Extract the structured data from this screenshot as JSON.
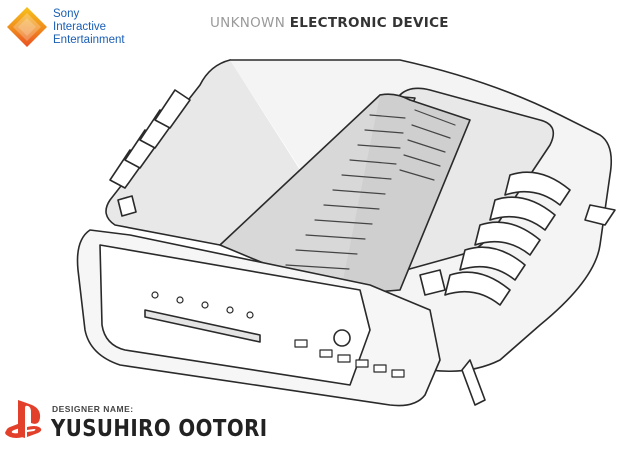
{
  "brand": {
    "company_lines": [
      "Sony",
      "Interactive",
      "Entertainment"
    ],
    "logo_icon": "sie-gradient-square-icon",
    "logo_colors": [
      "#f7c21b",
      "#f08a1c",
      "#ea4f24"
    ]
  },
  "header": {
    "title_light": "UNKNOWN",
    "title_bold": "ELECTRONIC DEVICE"
  },
  "drawing": {
    "icon": "console-device-line-drawing"
  },
  "footer": {
    "ps_logo_icon": "playstation-logo-icon",
    "ps_logo_color": "#e2402a",
    "designer_label": "DESIGNER NAME:",
    "designer_name": "YUSUHIRO OOTORI"
  }
}
